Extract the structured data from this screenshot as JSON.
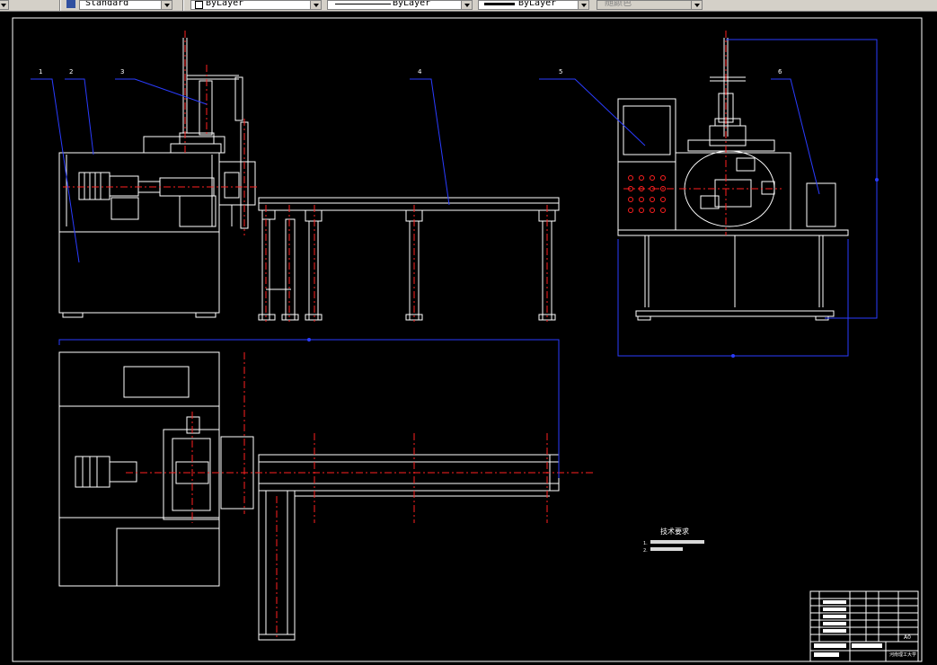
{
  "toolbar": {
    "text_style": "Standard",
    "layer": "ByLayer",
    "linetype": "ByLayer",
    "lineweight": "ByLayer",
    "plot_style": "随颜色"
  },
  "drawing": {
    "callouts": [
      "1",
      "2",
      "3",
      "4",
      "5",
      "6"
    ],
    "tech_requirements": {
      "title": "技术要求",
      "lines": [
        "1.",
        "2."
      ]
    },
    "title_block": {
      "sheet_size": "A0",
      "school": "河南理工大学"
    }
  },
  "colors": {
    "line": "#ffffff",
    "center": "#ff2020",
    "dimension": "#2a3cff",
    "toolbar": "#d4d0c8",
    "cyan": "#5fd7ff"
  }
}
